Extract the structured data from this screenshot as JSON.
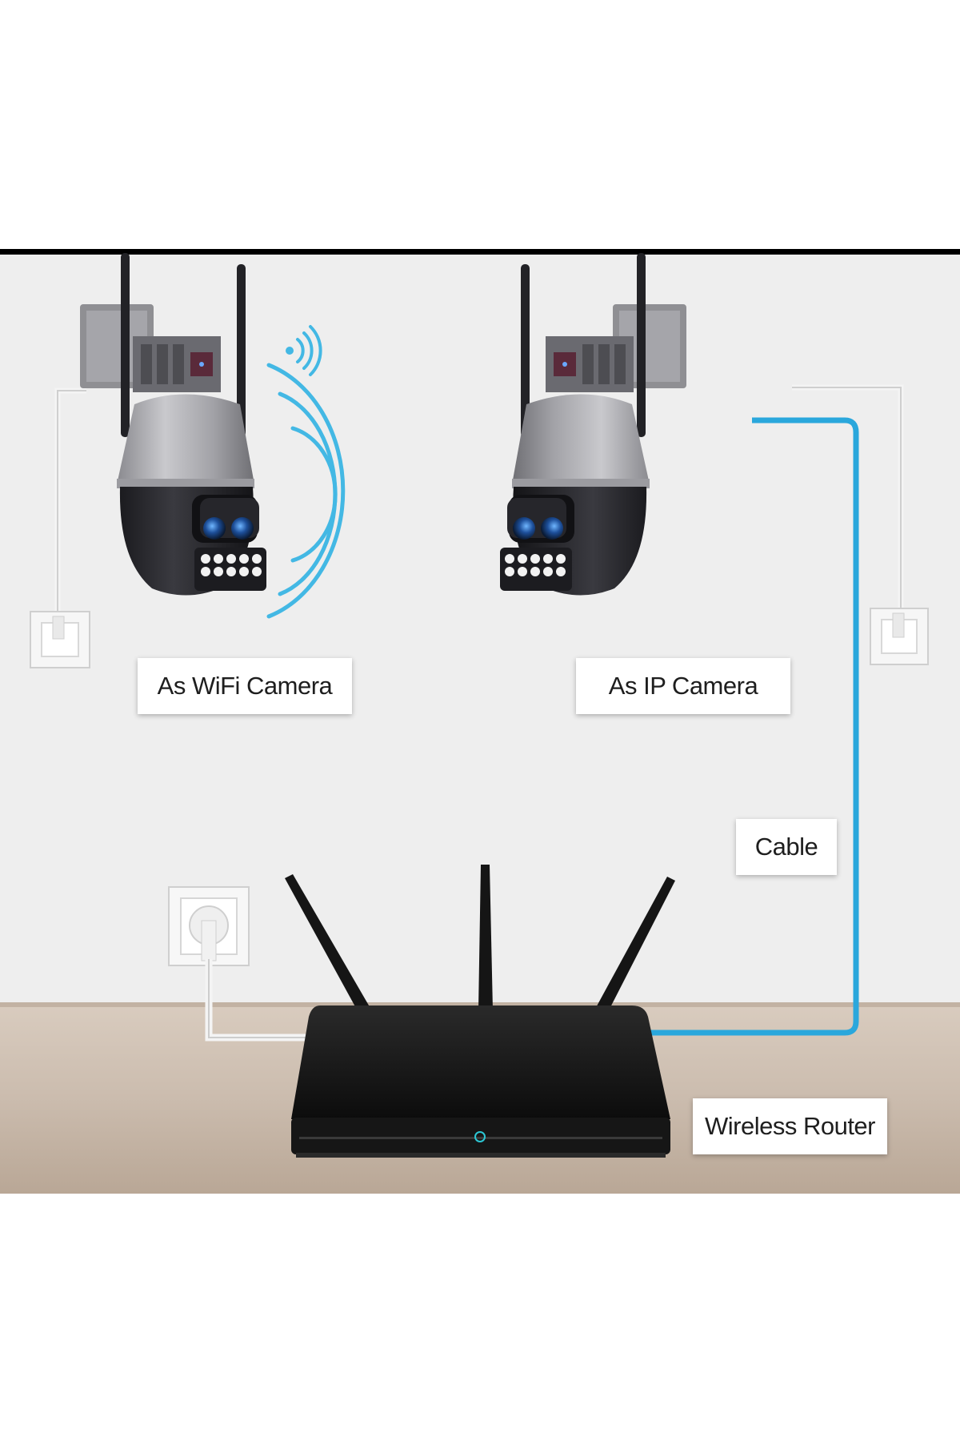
{
  "labels": {
    "wifi_camera": "As WiFi Camera",
    "ip_camera": "As IP Camera",
    "cable": "Cable",
    "router": "Wireless Router"
  },
  "colors": {
    "cable": "#2aa7dc",
    "wifi_waves": "#43b8e4",
    "wall": "#eeeeee",
    "floor": "#cdbfb2",
    "router": "#141414",
    "camera_silver": "#a7a7ab",
    "camera_dark": "#2a2a2e",
    "top_border": "#000000"
  }
}
